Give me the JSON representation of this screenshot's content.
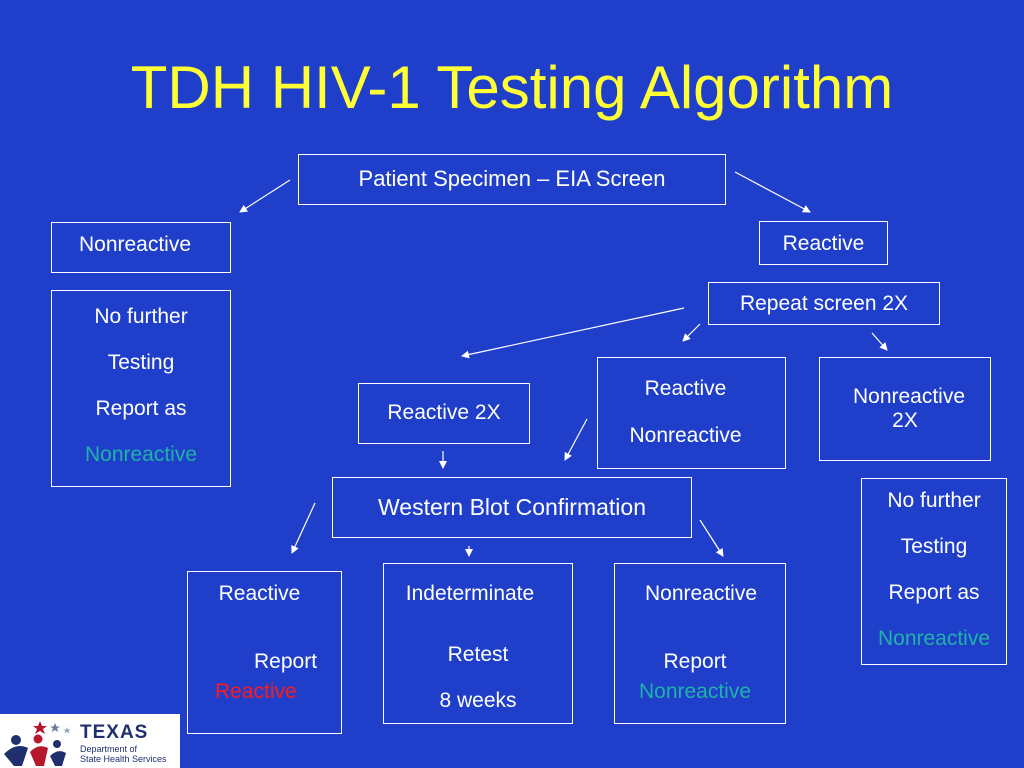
{
  "title": "TDH HIV-1 Testing Algorithm",
  "boxes": {
    "specimen": "Patient Specimen – EIA Screen",
    "nonreactive_top": "Nonreactive",
    "reactive_top": "Reactive",
    "left_result": {
      "line1": "No further",
      "line2": "Testing",
      "line3": "Report as",
      "line4": "Nonreactive"
    },
    "repeat_screen": "Repeat screen 2X",
    "reactive_2x": "Reactive 2X",
    "reactive_nonreactive": {
      "line1": "Reactive",
      "line2": "Nonreactive"
    },
    "nonreactive_2x": {
      "line1": "Nonreactive",
      "line2": "2X"
    },
    "right_result": {
      "line1": "No further",
      "line2": "Testing",
      "line3": "Report as",
      "line4": "Nonreactive"
    },
    "western_blot": "Western Blot Confirmation",
    "wb_reactive": {
      "line1": "Reactive",
      "line2": "Report",
      "line3": "Reactive"
    },
    "wb_indeterminate": {
      "line1": "Indeterminate",
      "line2": "Retest",
      "line3": "8 weeks"
    },
    "wb_nonreactive": {
      "line1": "Nonreactive",
      "line2": "Report",
      "line3": "Nonreactive"
    }
  },
  "logo": {
    "name": "TEXAS",
    "line1": "Department of",
    "line2": "State Health Services"
  },
  "colors": {
    "background": "#1f3fcb",
    "title": "#ffff33",
    "text": "#ffffff",
    "highlight_nonreactive": "#1fb2a6",
    "highlight_reactive": "#ff1a1a"
  }
}
